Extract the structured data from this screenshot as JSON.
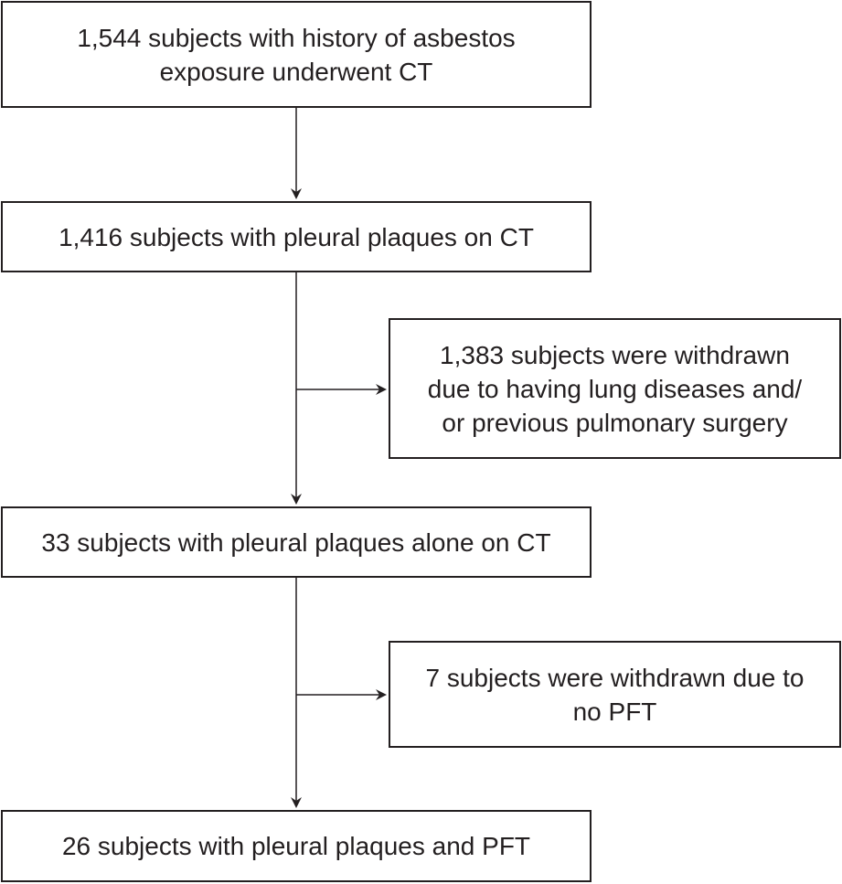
{
  "flowchart": {
    "step1": {
      "line1": "1,544 subjects with history of asbestos",
      "line2": "exposure underwent CT"
    },
    "step2": {
      "line1": "1,416 subjects with pleural plaques on CT"
    },
    "exclusion1": {
      "line1": "1,383 subjects were withdrawn",
      "line2": "due to having lung diseases and/",
      "line3": "or previous pulmonary surgery"
    },
    "step3": {
      "line1": "33 subjects with pleural plaques alone on CT"
    },
    "exclusion2": {
      "line1": "7 subjects were withdrawn due to",
      "line2": "no PFT"
    },
    "step4": {
      "line1": "26 subjects with pleural plaques and PFT"
    }
  }
}
